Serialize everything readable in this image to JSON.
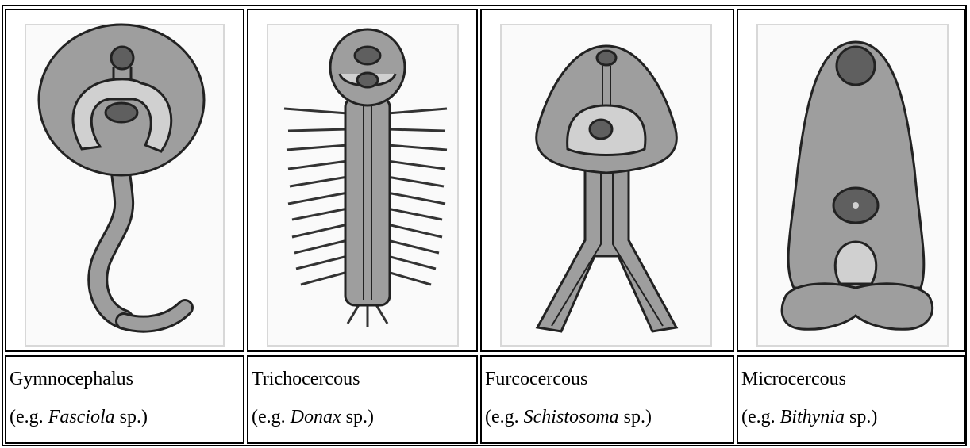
{
  "colors": {
    "body_fill": "#9e9e9e",
    "light_fill": "#d0d0d0",
    "sucker_fill": "#5f5f5f",
    "outline": "#222222"
  },
  "cercariae": [
    {
      "name": "Gymnocephalus",
      "prefix": "(e.g. ",
      "genus": "Fasciola",
      "suffix": " sp.)",
      "icon": "gymnocephalus-cercaria-illustration"
    },
    {
      "name": "Trichocercous",
      "prefix": "(e.g. ",
      "genus": "Donax",
      "suffix": " sp.)",
      "icon": "trichocercous-cercaria-illustration"
    },
    {
      "name": "Furcocercous",
      "prefix": "(e.g. ",
      "genus": "Schistosoma",
      "suffix": " sp.)",
      "icon": "furcocercous-cercaria-illustration"
    },
    {
      "name": "Microcercous",
      "prefix": "(e.g. ",
      "genus": "Bithynia",
      "suffix": " sp.)",
      "icon": "microcercous-cercaria-illustration"
    }
  ]
}
